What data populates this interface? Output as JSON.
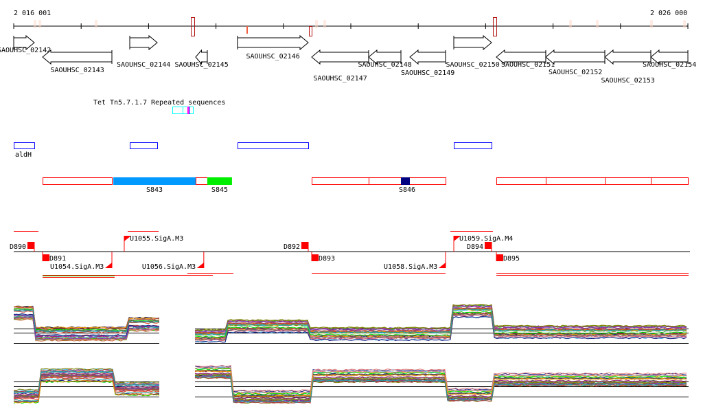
{
  "ruler": {
    "start_label": "2 016 001",
    "end_label": "2 026 000",
    "start": 2016001,
    "end": 2026000
  },
  "genes": [
    {
      "name": "SAOUHSC_02142",
      "start": 2016001,
      "end": 2016306,
      "strand": "+"
    },
    {
      "name": "SAOUHSC_02143",
      "start": 2016429,
      "end": 2017457,
      "strand": "-"
    },
    {
      "name": "SAOUHSC_02144",
      "start": 2017722,
      "end": 2018129,
      "strand": "+"
    },
    {
      "name": "SAOUHSC_02145",
      "start": 2018699,
      "end": 2018872,
      "strand": "-"
    },
    {
      "name": "SAOUHSC_02146",
      "start": 2019320,
      "end": 2020369,
      "strand": "+"
    },
    {
      "name": "SAOUHSC_02147",
      "start": 2020420,
      "end": 2021265,
      "strand": "-"
    },
    {
      "name": "SAOUHSC_02148",
      "start": 2021265,
      "end": 2021744,
      "strand": "-"
    },
    {
      "name": "SAOUHSC_02149",
      "start": 2021876,
      "end": 2022406,
      "strand": "-"
    },
    {
      "name": "SAOUHSC_02150",
      "start": 2022528,
      "end": 2023088,
      "strand": "+"
    },
    {
      "name": "SAOUHSC_02151",
      "start": 2023159,
      "end": 2023892,
      "strand": "-"
    },
    {
      "name": "SAOUHSC_02152",
      "start": 2023892,
      "end": 2024768,
      "strand": "-"
    },
    {
      "name": "SAOUHSC_02153",
      "start": 2024768,
      "end": 2025450,
      "strand": "-"
    },
    {
      "name": "SAOUHSC_02154",
      "start": 2025450,
      "end": 2026000,
      "strand": "-"
    }
  ],
  "repeats": {
    "labels": [
      "Tet",
      "Tn5.7.1.7",
      "Repeated sequences"
    ]
  },
  "operons": [
    {
      "name": "aldH",
      "start": 2016001,
      "end": 2016306
    },
    {
      "name": "",
      "start": 2017722,
      "end": 2018129
    },
    {
      "name": "",
      "start": 2019320,
      "end": 2020369
    },
    {
      "name": "",
      "start": 2022528,
      "end": 2023088
    }
  ],
  "segments": [
    {
      "name": "",
      "start": 2016429,
      "end": 2017457,
      "color": "none"
    },
    {
      "name": "S843",
      "start": 2017478,
      "end": 2018699,
      "color": "#0099ff"
    },
    {
      "name": "",
      "start": 2018699,
      "end": 2018872,
      "color": "none"
    },
    {
      "name": "S845",
      "start": 2018872,
      "end": 2019238,
      "color": "#00ee00"
    },
    {
      "name": "",
      "start": 2020420,
      "end": 2021265,
      "color": "none"
    },
    {
      "name": "S846",
      "start": 2021265,
      "end": 2022406,
      "color": "none"
    },
    {
      "name": "",
      "start": 2023159,
      "end": 2023892,
      "color": "none"
    },
    {
      "name": "",
      "start": 2023892,
      "end": 2024768,
      "color": "none"
    },
    {
      "name": "",
      "start": 2024768,
      "end": 2025450,
      "color": "none"
    },
    {
      "name": "",
      "start": 2025450,
      "end": 2026000,
      "color": "none"
    }
  ],
  "promoters": [
    {
      "name": "D890",
      "pos": 2016306,
      "strand": "+"
    },
    {
      "name": "D891",
      "pos": 2016429,
      "strand": "-"
    },
    {
      "name": "U1054.SigA.M3",
      "pos": 2017457,
      "strand": "-"
    },
    {
      "name": "U1055.SigA.M3",
      "pos": 2017640,
      "strand": "+"
    },
    {
      "name": "U1056.SigA.M3",
      "pos": 2018820,
      "strand": "-"
    },
    {
      "name": "D892",
      "pos": 2020369,
      "strand": "+"
    },
    {
      "name": "D893",
      "pos": 2020420,
      "strand": "-"
    },
    {
      "name": "U1058.SigA.M3",
      "pos": 2022406,
      "strand": "-"
    },
    {
      "name": "U1059.SigA.M4",
      "pos": 2022528,
      "strand": "+"
    },
    {
      "name": "D894",
      "pos": 2023088,
      "strand": "+"
    },
    {
      "name": "D895",
      "pos": 2023159,
      "strand": "-"
    }
  ],
  "colors": {
    "gene": "#000000",
    "operon": "#0000ff",
    "segment": "#ff0000",
    "promoter": "#ff0000",
    "s846": "#000080"
  }
}
